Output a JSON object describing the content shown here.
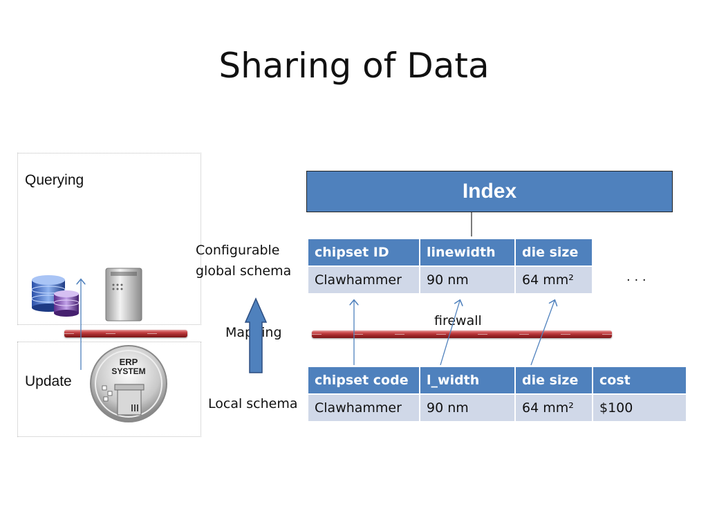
{
  "slide": {
    "title": "Sharing of Data"
  },
  "left_panel": {
    "querying_label": "Querying",
    "update_label": "Update",
    "erp_logo_text": [
      "ERP",
      "SYSTEM"
    ]
  },
  "middle": {
    "configurable_line1": "Configurable",
    "configurable_line2": "global schema",
    "mapping_label": "Mapping",
    "local_schema_label": "Local schema",
    "arrow_color": "#4f81bd"
  },
  "index": {
    "label": "Index",
    "color": "#4f81bd"
  },
  "global_schema": {
    "headers": [
      "chipset ID",
      "linewidth",
      "die size"
    ],
    "row": [
      "Clawhammer",
      "90 nm",
      "64 mm²"
    ]
  },
  "ellipsis": ". . .",
  "firewall": {
    "label": "firewall",
    "color": "#a52a2d"
  },
  "local_schema": {
    "headers": [
      "chipset code",
      "l_width",
      "die size",
      "cost"
    ],
    "row": [
      "Clawhammer",
      "90 nm",
      "64 mm²",
      "$100"
    ]
  },
  "colors": {
    "header_fill": "#4f81bd",
    "row_fill": "#d0d8e8"
  }
}
